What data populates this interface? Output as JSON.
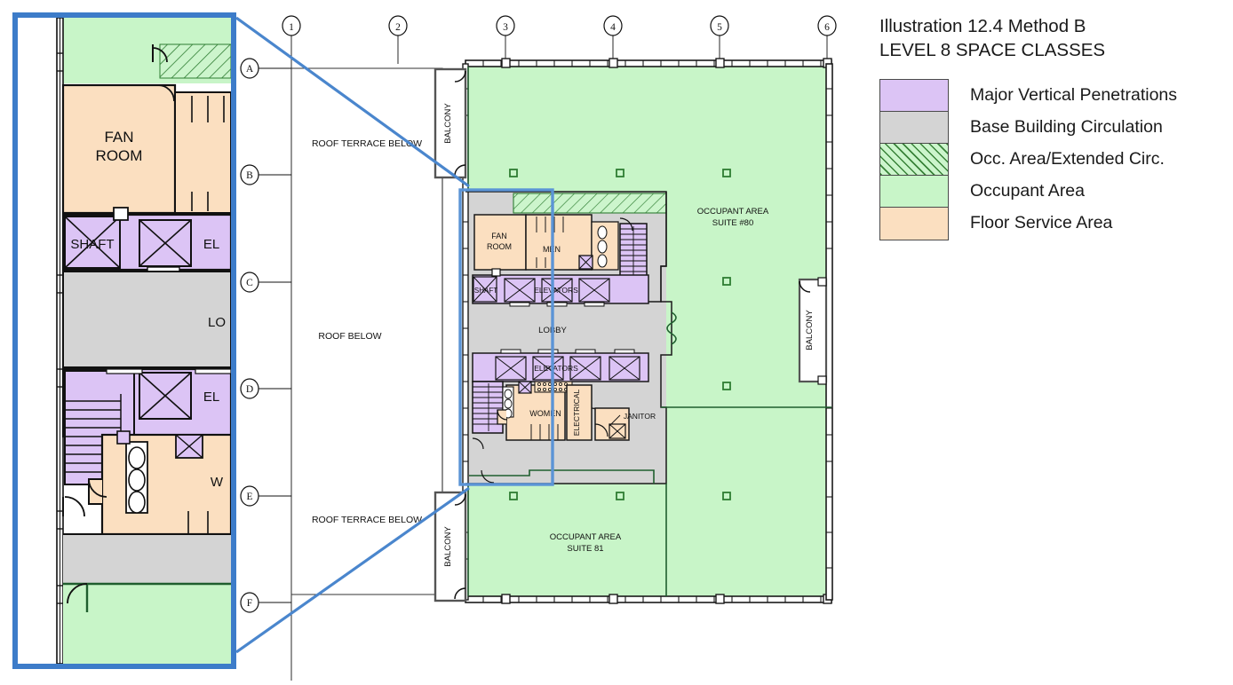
{
  "legend": {
    "title_line1": "Illustration 12.4 Method B",
    "title_line2": "LEVEL 8 SPACE CLASSES",
    "items": [
      {
        "label": "Major Vertical Penetrations",
        "color": "#dcc4f5",
        "fill": "solid"
      },
      {
        "label": "Base Building Circulation",
        "color": "#d4d4d4",
        "fill": "solid"
      },
      {
        "label": "Occ. Area/Extended  Circ.",
        "color": "#ccf5cc",
        "fill": "hatch"
      },
      {
        "label": "Occupant Area",
        "color": "#c8f5c8",
        "fill": "solid"
      },
      {
        "label": "Floor Service Area",
        "color": "#fbdfc0",
        "fill": "solid"
      }
    ]
  },
  "plan": {
    "grid_columns": [
      "1",
      "2",
      "3",
      "4",
      "5",
      "6"
    ],
    "grid_rows": [
      "A",
      "B",
      "C",
      "D",
      "E",
      "F"
    ],
    "annotations": [
      {
        "text": "ROOF TERRACE BELOW"
      },
      {
        "text": "ROOF BELOW"
      },
      {
        "text": "ROOF TERRACE BELOW"
      }
    ],
    "suites": [
      {
        "line1": "OCCUPANT AREA",
        "line2": "SUITE #80"
      },
      {
        "line1": "OCCUPANT AREA",
        "line2": "SUITE 81"
      }
    ],
    "balconies": [
      "BALCONY",
      "BALCONY",
      "BALCONY"
    ],
    "rooms": [
      {
        "name": "FAN\nROOM"
      },
      {
        "name": "MEN"
      },
      {
        "name": "SHAFT"
      },
      {
        "name": "ELEVATORS"
      },
      {
        "name": "LOBBY"
      },
      {
        "name": "ELEVATORS"
      },
      {
        "name": "WOMEN"
      },
      {
        "name": "ELECTRICAL"
      },
      {
        "name": "JANITOR"
      }
    ],
    "room_labels": {
      "fan_room_l1": "FAN",
      "fan_room_l2": "ROOM",
      "men": "MEN",
      "shaft": "SHAFT",
      "elevators_upper": "ELEVATORS",
      "lobby": "LOBBY",
      "elevators_lower": "ELEVATORS",
      "women": "WOMEN",
      "electrical": "ELECTRICAL",
      "janitor": "JANITOR"
    },
    "colors": {
      "occupant": "#c8f5c8",
      "circulation": "#d4d4d4",
      "vertical_penetration": "#dcc4f5",
      "floor_service": "#fbdfc0",
      "extended_circ": "#ccf5cc",
      "highlight": "#5b94d6",
      "wall": "#1a1a1a",
      "occupant_wall": "#1f5e2e"
    }
  },
  "detail": {
    "room_labels": {
      "fan_room_l1": "FAN",
      "fan_room_l2": "ROOM",
      "shaft": "SHAFT",
      "elevators_upper": "EL",
      "lobby": "LO",
      "elevators_lower": "EL",
      "women": "W"
    }
  }
}
